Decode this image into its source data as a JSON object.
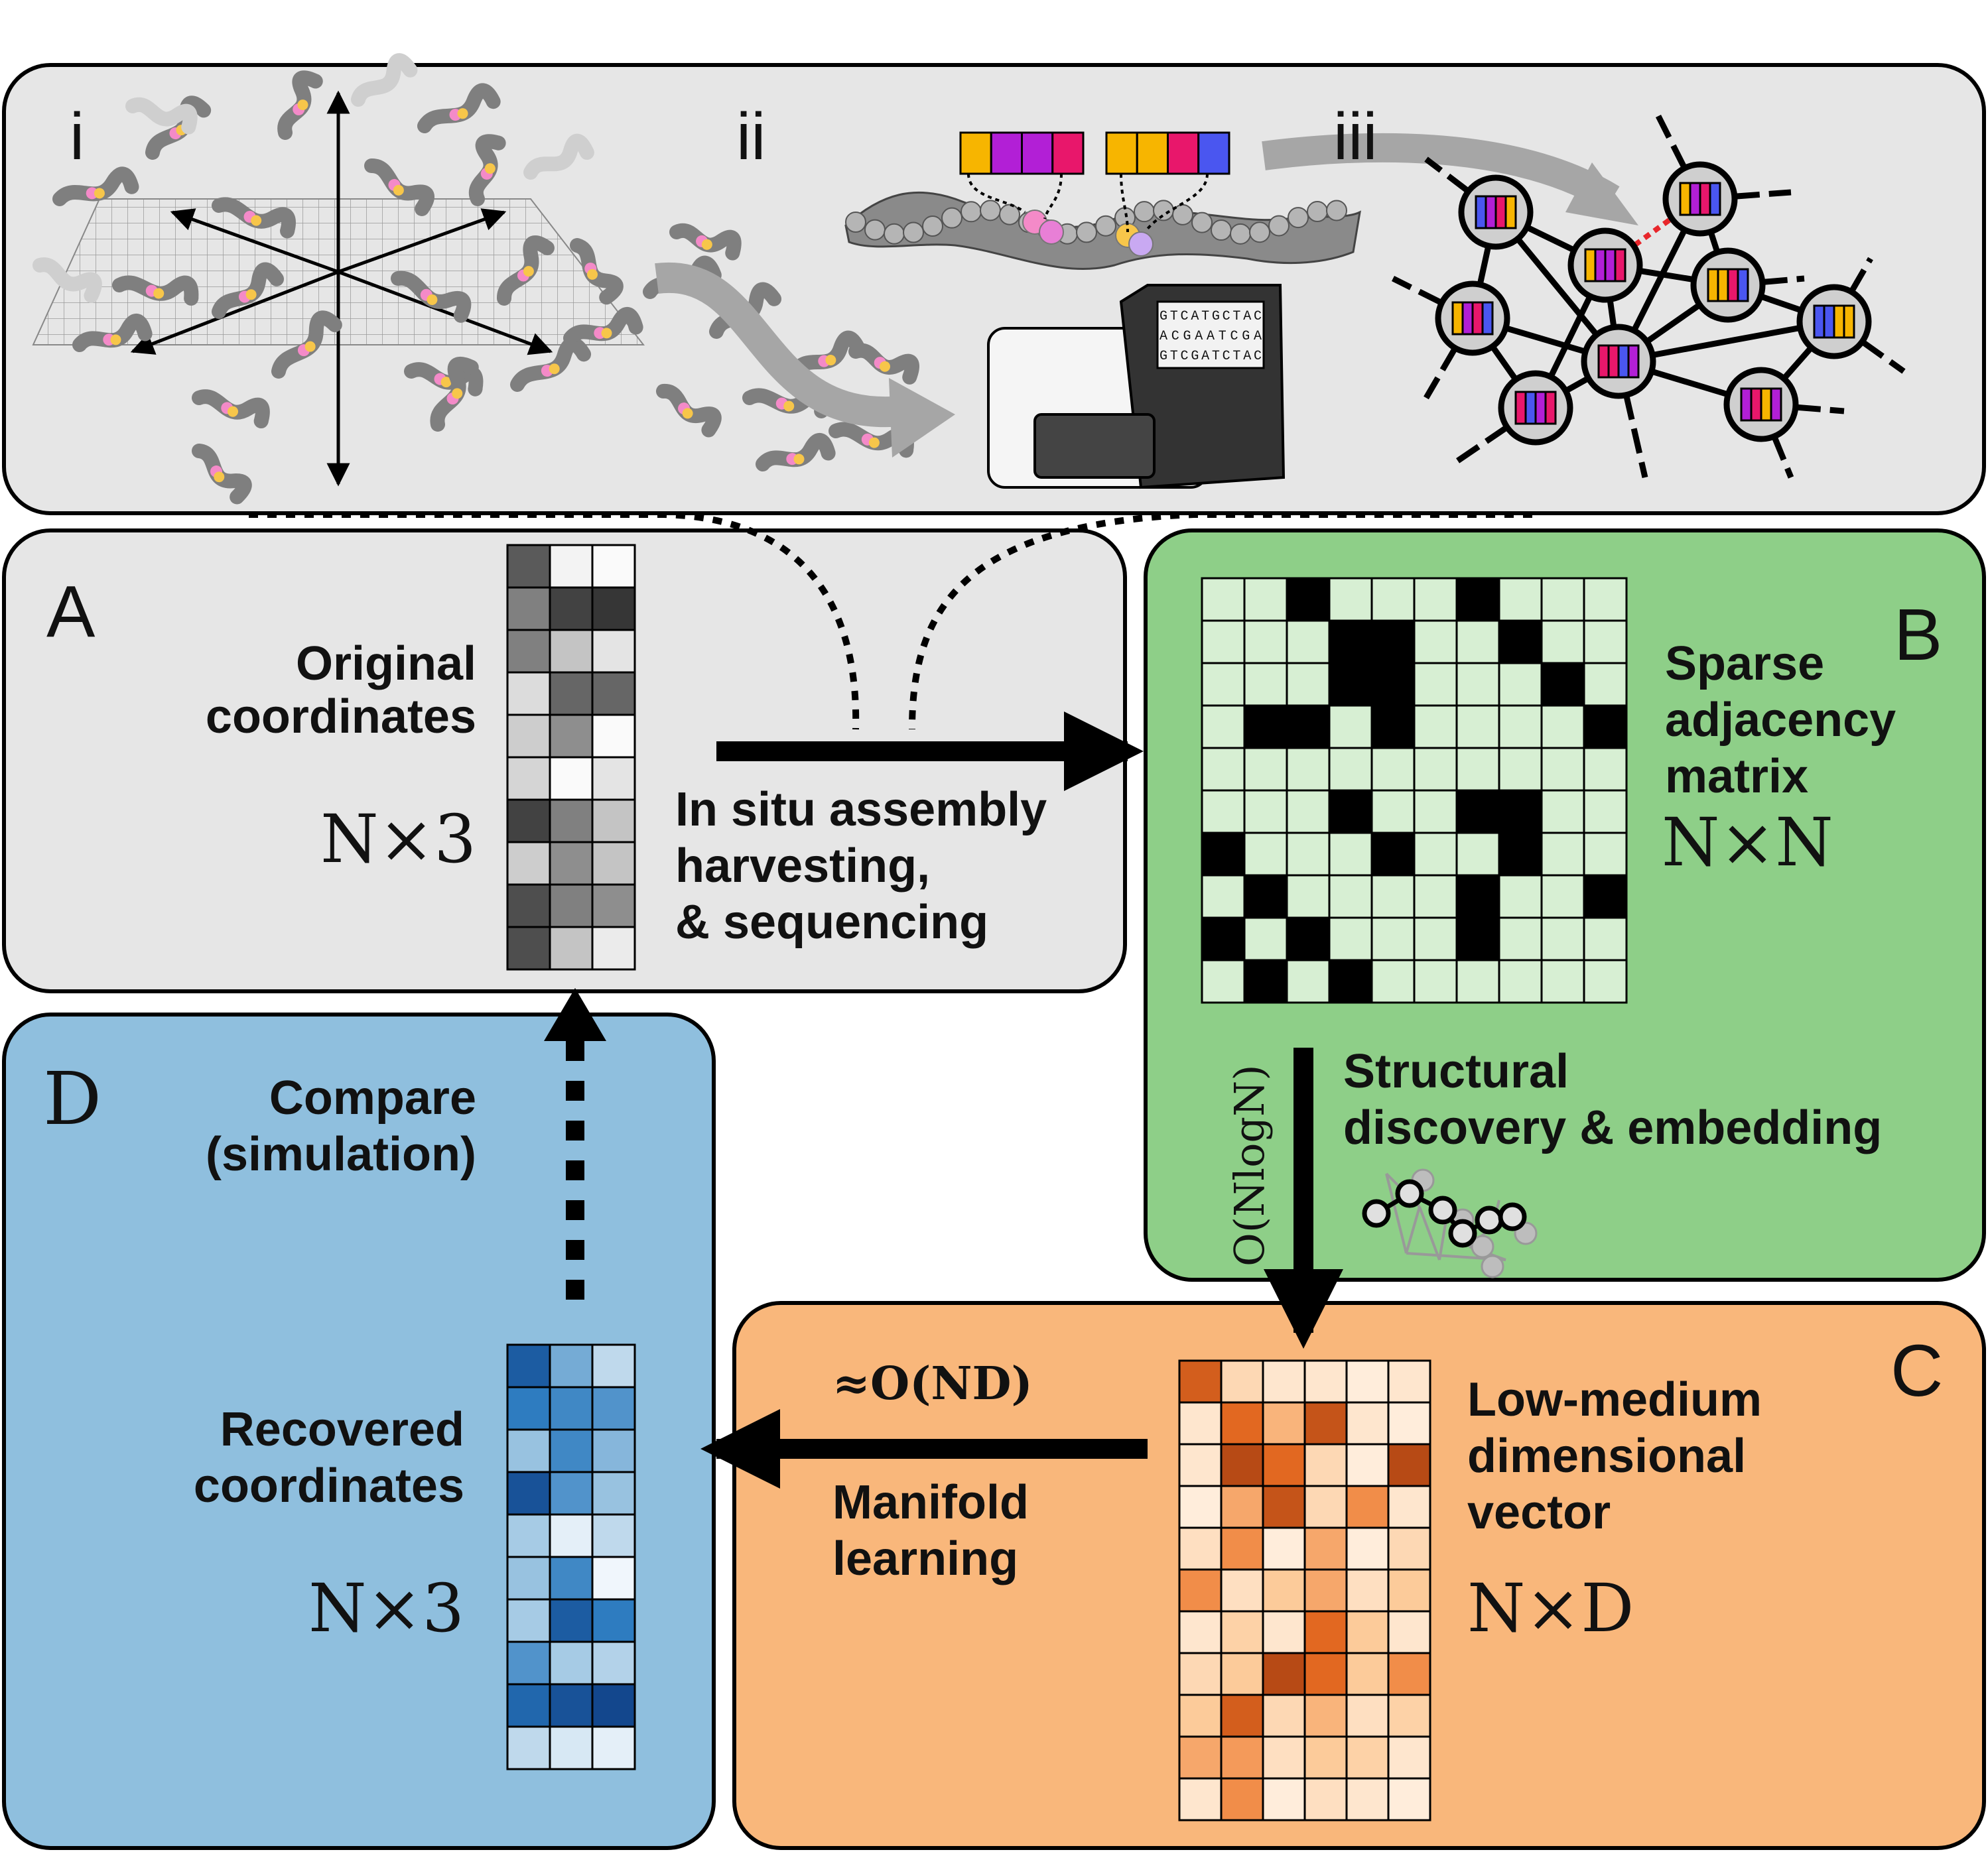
{
  "top_panel": {
    "stage_i": "i",
    "stage_ii": "ii",
    "stage_iii": "iii",
    "sequencer_screen": [
      "GTCATGCTAC",
      "ACGAATCGA",
      "GTCGATCTAC"
    ]
  },
  "panel_a": {
    "letter": "A",
    "title_line1": "Original",
    "title_line2": "coordinates",
    "dims": "N×3"
  },
  "arrow_ab": {
    "line1": "In situ assembly",
    "line2": "harvesting,",
    "line3": "& sequencing"
  },
  "panel_b": {
    "letter": "B",
    "title_line1": "Sparse",
    "title_line2": "adjacency",
    "title_line3": "matrix",
    "dims": "N×N"
  },
  "arrow_bc": {
    "complexity": "O(NlogN)",
    "line1": "Structural",
    "line2": "discovery & embedding"
  },
  "panel_c": {
    "letter": "C",
    "title_line1": "Low-medium",
    "title_line2": "dimensional",
    "title_line3": "vector",
    "dims": "N×D"
  },
  "arrow_cd": {
    "complexity": "≈O(ND)",
    "line1": "Manifold",
    "line2": "learning"
  },
  "panel_d": {
    "letter": "D",
    "title_line1": "Compare",
    "title_line2": "(simulation)",
    "rec_line1": "Recovered",
    "rec_line2": "coordinates",
    "dims": "N×3"
  },
  "colors": {
    "panel_gray": "#e6e6e6",
    "panel_green": "#8ecf88",
    "panel_orange": "#f9b77b",
    "panel_blue": "#8fbfde",
    "adj_empty": "#d7efd3",
    "adj_filled": "#000000",
    "barcode_yellow": "#f7b500",
    "barcode_purple": "#b21fd6",
    "barcode_pink": "#e8176b",
    "barcode_blue": "#4a56f0"
  },
  "matrices": {
    "original_coords": [
      [
        0.75,
        0.05,
        0.0
      ],
      [
        0.6,
        0.85,
        0.9
      ],
      [
        0.6,
        0.35,
        0.15
      ],
      [
        0.2,
        0.7,
        0.7
      ],
      [
        0.3,
        0.55,
        0.0
      ],
      [
        0.25,
        0.0,
        0.15
      ],
      [
        0.85,
        0.6,
        0.35
      ],
      [
        0.3,
        0.55,
        0.35
      ],
      [
        0.8,
        0.6,
        0.55
      ],
      [
        0.8,
        0.35,
        0.1
      ]
    ],
    "adjacency": [
      [
        0,
        0,
        1,
        0,
        0,
        0,
        1,
        0,
        0,
        0
      ],
      [
        0,
        0,
        0,
        1,
        1,
        0,
        0,
        1,
        0,
        0
      ],
      [
        0,
        0,
        0,
        1,
        1,
        0,
        0,
        0,
        1,
        0
      ],
      [
        0,
        1,
        1,
        0,
        1,
        0,
        0,
        0,
        0,
        1
      ],
      [
        0,
        0,
        0,
        0,
        0,
        0,
        0,
        0,
        0,
        0
      ],
      [
        0,
        0,
        0,
        1,
        0,
        0,
        1,
        1,
        0,
        0
      ],
      [
        1,
        0,
        0,
        0,
        1,
        0,
        0,
        1,
        0,
        0
      ],
      [
        0,
        1,
        0,
        0,
        0,
        0,
        1,
        0,
        0,
        1
      ],
      [
        1,
        0,
        1,
        0,
        0,
        0,
        1,
        0,
        0,
        0
      ],
      [
        0,
        1,
        0,
        1,
        0,
        0,
        0,
        0,
        0,
        0
      ]
    ],
    "embedding": [
      [
        0.75,
        0.2,
        0.1,
        0.1,
        0.05,
        0.1
      ],
      [
        0.1,
        0.7,
        0.4,
        0.8,
        0.1,
        0.05
      ],
      [
        0.1,
        0.85,
        0.7,
        0.2,
        0.05,
        0.85
      ],
      [
        0.05,
        0.45,
        0.8,
        0.2,
        0.55,
        0.1
      ],
      [
        0.15,
        0.55,
        0.05,
        0.45,
        0.05,
        0.2
      ],
      [
        0.55,
        0.15,
        0.3,
        0.45,
        0.15,
        0.3
      ],
      [
        0.1,
        0.25,
        0.1,
        0.7,
        0.3,
        0.1
      ],
      [
        0.2,
        0.3,
        0.85,
        0.7,
        0.3,
        0.55
      ],
      [
        0.3,
        0.75,
        0.2,
        0.4,
        0.15,
        0.25
      ],
      [
        0.45,
        0.5,
        0.15,
        0.3,
        0.25,
        0.1
      ],
      [
        0.1,
        0.55,
        0.05,
        0.15,
        0.1,
        0.05
      ]
    ],
    "recovered_coords": [
      [
        0.8,
        0.45,
        0.2
      ],
      [
        0.65,
        0.6,
        0.55
      ],
      [
        0.35,
        0.6,
        0.4
      ],
      [
        0.85,
        0.55,
        0.35
      ],
      [
        0.3,
        0.05,
        0.2
      ],
      [
        0.35,
        0.6,
        0.0
      ],
      [
        0.3,
        0.8,
        0.65
      ],
      [
        0.55,
        0.3,
        0.25
      ],
      [
        0.75,
        0.85,
        0.9
      ],
      [
        0.2,
        0.1,
        0.05
      ]
    ]
  }
}
